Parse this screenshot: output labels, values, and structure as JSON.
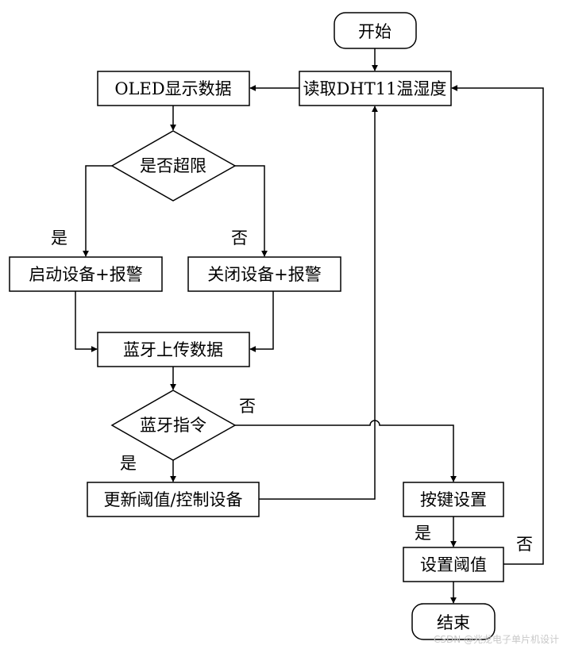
{
  "nodes": {
    "start": "开始",
    "read": "读取DHT11温湿度",
    "oled": "OLED显示数据",
    "over_limit": "是否超限",
    "start_alarm": "启动设备+报警",
    "stop_alarm": "关闭设备+报警",
    "bt_upload": "蓝牙上传数据",
    "bt_cmd": "蓝牙指令",
    "update": "更新阈值/控制设备",
    "key_set": "按键设置",
    "set_threshold": "设置阈值",
    "end": "结束"
  },
  "labels": {
    "over_limit_yes": "是",
    "over_limit_no": "否",
    "bt_cmd_yes": "是",
    "bt_cmd_no": "否",
    "key_yes": "是",
    "threshold_no": "否"
  },
  "watermark": "CSDN @兆龙电子单片机设计",
  "colors": {
    "stroke": "#000000",
    "fill": "#ffffff",
    "background": "#ffffff"
  }
}
